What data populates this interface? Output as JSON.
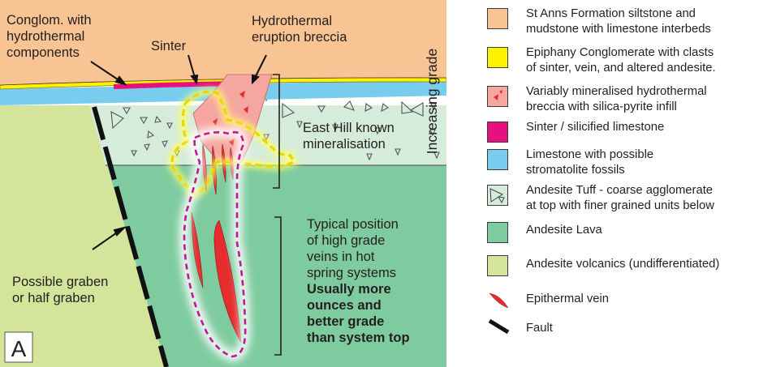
{
  "panel_letter": "A",
  "labels": {
    "conglom": "Conglom. with\nhydrothermal\ncomponents",
    "sinter": "Sinter",
    "hydrothermal_breccia": "Hydrothermal\neruption breccia",
    "east_hill": "East Hill known\nmineralisation",
    "typical_position": "Typical position\nof high grade\nveins in hot\nspring systems",
    "usually_more": "Usually more\nounces and\nbetter grade\nthan system top",
    "graben": "Possible graben\nor half graben"
  },
  "axis_label": "Increasing grade",
  "legend": [
    {
      "key": "st-anns",
      "text": "St Anns Formation siltstone and\nmudstone with limestone interbeds",
      "color": "#f8c494"
    },
    {
      "key": "epiphany",
      "text": "Epiphany Conglomerate with clasts\nof sinter, vein, and altered andesite.",
      "color": "#fff200"
    },
    {
      "key": "breccia",
      "text": "Variably mineralised hydrothermal\nbreccia with silica-pyrite infill",
      "color": "#f6a6a0"
    },
    {
      "key": "sinter",
      "text": "Sinter / silicified limestone",
      "color": "#e6117e"
    },
    {
      "key": "limestone",
      "text": "Limestone with possible\nstromatolite fossils",
      "color": "#78cdef"
    },
    {
      "key": "andesite-tuff",
      "text": "Andesite Tuff - coarse agglomerate\nat top with finer grained units below",
      "color": "#d5ecdb"
    },
    {
      "key": "andesite-lava",
      "text": "Andesite Lava",
      "color": "#7fcba0"
    },
    {
      "key": "andesite-volcanics",
      "text": "Andesite volcanics (undifferentiated)",
      "color": "#d4e49a"
    },
    {
      "key": "epithermal-vein",
      "text": "Epithermal vein",
      "color": "#e52d2f"
    },
    {
      "key": "fault",
      "text": "Fault",
      "color": "#111111"
    }
  ]
}
